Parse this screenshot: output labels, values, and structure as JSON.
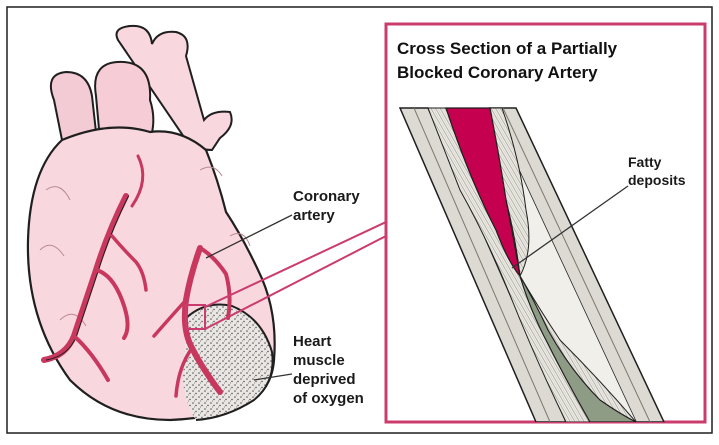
{
  "inset": {
    "title": "Cross Section of a Partially\nBlocked Coronary Artery",
    "border_color": "#cc3b6e"
  },
  "labels": {
    "coronary_artery": "Coronary\nartery",
    "heart_muscle": "Heart\nmuscle\ndeprived\nof oxygen",
    "fatty_deposits": "Fatty\ndeposits"
  },
  "colors": {
    "heart_fill": "#f9d7de",
    "artery_red": "#c8385e",
    "blood": "#c4004f",
    "deprived_blood": "#8e9c85",
    "vessel_wall": "#dcdad2",
    "frame": "#1f1f1f"
  }
}
